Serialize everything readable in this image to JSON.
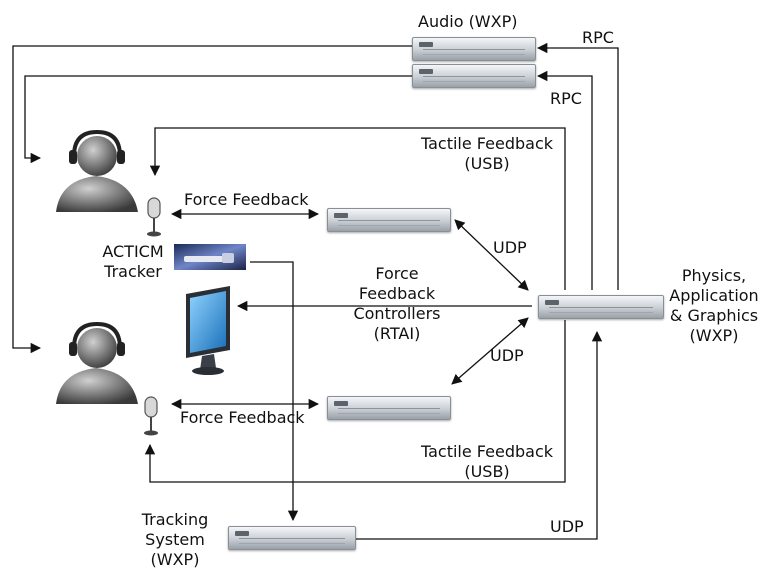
{
  "labels": {
    "audio": "Audio (WXP)",
    "rpc_top": "RPC",
    "rpc_bottom": "RPC",
    "tactile_top_line1": "Tactile Feedback",
    "tactile_top_line2": "(USB)",
    "force_feedback_top": "Force Feedback",
    "udp_top": "UDP",
    "acticm_line1": "ACTICM",
    "acticm_line2": "Tracker",
    "ffc_line1": "Force",
    "ffc_line2": "Feedback",
    "ffc_line3": "Controllers",
    "ffc_line4": "(RTAI)",
    "physics_line1": "Physics,",
    "physics_line2": "Application",
    "physics_line3": "& Graphics",
    "physics_line4": "(WXP)",
    "udp_mid": "UDP",
    "force_feedback_bottom": "Force Feedback",
    "tactile_bottom_line1": "Tactile Feedback",
    "tactile_bottom_line2": "(USB)",
    "tracking_line1": "Tracking",
    "tracking_line2": "System",
    "tracking_line3": "(WXP)",
    "udp_bottom": "UDP"
  },
  "icons": {
    "user_top": "user-headset-icon",
    "user_bottom": "user-headset-icon",
    "mic_top": "microphone-icon",
    "mic_bottom": "microphone-icon",
    "tracker": "tracker-device-icon",
    "monitor": "monitor-icon",
    "server": "server-rack-icon"
  },
  "colors": {
    "line": "#111111",
    "server_face": "#c9ced4",
    "user_body": "#6e6e6e",
    "monitor_screen": "#3aa0e8"
  }
}
